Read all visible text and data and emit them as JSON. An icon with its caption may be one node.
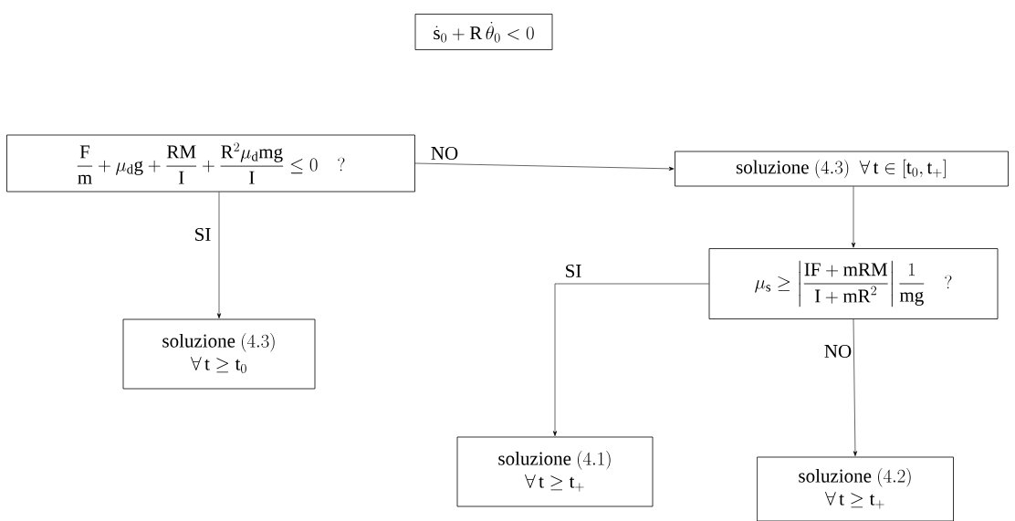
{
  "diagram": {
    "nodes": [
      {
        "text": [
          "\\dot{\\mathrm{s}}_0+\\mathrm{R}\\,\\dot{\\theta}_0<0"
        ]
      },
      {
        "text": [
          "\\frac{\\mathrm{F}}{\\mathrm{m}}+\\mu_{\\mathrm{d}}\\mathrm{g}+\\frac{\\mathrm{RM}}{\\mathrm{I}}+\\frac{\\mathrm{R}^2\\mu_{\\mathrm{d}}\\mathrm{mg}}{\\mathrm{I}}\\le 0\\quad ?"
        ]
      },
      {
        "text": [
          "\\text{soluzione }(4.3)\\ \\ \\forall\\,\\mathrm{t}\\in[\\mathrm{t}_0,\\mathrm{t}_+]"
        ]
      },
      {
        "text": [
          "\\begin{array}{c}\\text{soluzione }(4.3)\\\\ \\forall\\,\\mathrm{t}\\ge\\mathrm{t}_0\\end{array}"
        ]
      },
      {
        "text": [
          "\\mu_{\\mathrm{s}}\\ge\\left|\\frac{\\mathrm{IF}+\\mathrm{mRM}}{\\mathrm{I}+\\mathrm{mR}^2}\\right|\\frac{1}{\\mathrm{mg}}\\quad ?"
        ]
      },
      {
        "text": [
          "\\begin{array}{c}\\text{soluzione }(4.1)\\\\ \\forall\\,\\mathrm{t}\\ge\\mathrm{t}_+\\end{array}"
        ]
      },
      {
        "text": [
          "\\begin{array}{c}\\text{soluzione }(4.2)\\\\ \\forall\\,\\mathrm{t}\\ge\\mathrm{t}_+\\end{array}"
        ]
      }
    ],
    "edges": [
      {
        "from": 1,
        "to": 2,
        "arrow": "to",
        "label": "NO"
      },
      {
        "from": 1,
        "to": 3,
        "arrow": "to",
        "label": "SI"
      },
      {
        "from": 2,
        "to": 4,
        "arrow": "to"
      },
      {
        "from": 4,
        "to": 5,
        "arrow": "to",
        "label": "SI"
      },
      {
        "from": 4,
        "to": 6,
        "arrow": "to",
        "label": "NO"
      }
    ]
  }
}
